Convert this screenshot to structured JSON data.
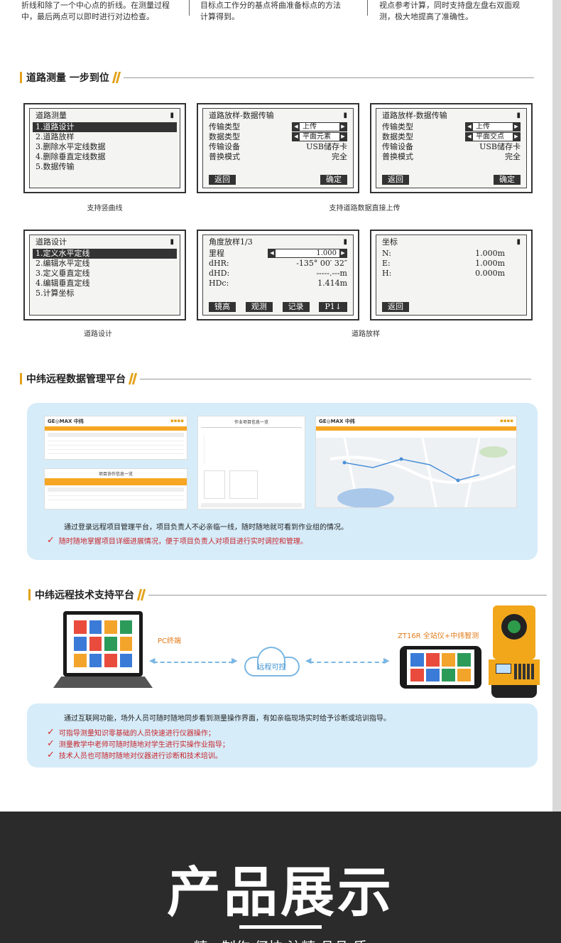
{
  "top_fragments": {
    "col1_line1": "折线和除了一个中心点的折线。在测量过程",
    "col1_line2": "中，最后两点可以即时进行对边检查。",
    "col2_line1": "目标点工作分的基点将曲准备标点的方法",
    "col2_line2": "计算得到。",
    "col3_line1": "视点参考计算，同时支持盘左盘右双面观",
    "col3_line2": "测，极大地提高了准确性。"
  },
  "section1": {
    "title": "道路测量 一步到位"
  },
  "screens": {
    "s1": {
      "title": "道路测量",
      "items": [
        "1.道路设计",
        "2.道路放样",
        "3.删除水平定线数据",
        "4.删除垂直定线数据",
        "5.数据传输"
      ]
    },
    "s2": {
      "title": "道路放样-数据传输",
      "labels": [
        "传输类型",
        "数据类型",
        "传输设备",
        "普换模式"
      ],
      "transfer": "上传",
      "datatype": "平面元素",
      "device": "USB储存卡",
      "mode": "完全",
      "back": "返回",
      "ok": "确定"
    },
    "s3": {
      "title": "道路放样-数据传输",
      "labels": [
        "传输类型",
        "数据类型",
        "传输设备",
        "普换模式"
      ],
      "transfer": "上传",
      "datatype": "平面交点",
      "device": "USB储存卡",
      "mode": "完全",
      "back": "返回",
      "ok": "确定"
    },
    "s4": {
      "title": "道路设计",
      "items": [
        "1.定义水平定线",
        "2.编辑水平定线",
        "3.定义垂直定线",
        "4.编辑垂直定线",
        "5.计算坐标"
      ]
    },
    "s5": {
      "title": "角度放样1/3",
      "chainage_label": "里程",
      "chainage": "1.000",
      "dhr_label": "dHR:",
      "dhr": "-135° 00′ 32″",
      "dhd_label": "dHD:",
      "dhd": "-----.---m",
      "hdc_label": "HDc:",
      "hdc": "1.414m",
      "btns": [
        "镜高",
        "观测",
        "记录",
        "P1↓"
      ]
    },
    "s6": {
      "title": "坐标",
      "n_label": "N:",
      "n": "1.000m",
      "e_label": "E:",
      "e": "1.000m",
      "h_label": "H:",
      "h": "0.000m",
      "back": "返回"
    },
    "battery": "▮"
  },
  "captions": {
    "c1": "支持竖曲线",
    "c2": "支持道路数据直接上传",
    "c3": "道路设计",
    "c4": "道路放样"
  },
  "section2": {
    "title": "中纬远程数据管理平台",
    "logo": "GE◎MAX 中纬",
    "mini_title1": "作业项目信息一览",
    "mini_title2": "项目协作信息一览",
    "desc": "通过登录远程项目管理平台，项目负责人不必亲临一线，随时随地就可看到作业组的情况。",
    "bullet": "随时随地掌握项目详细进展情况，便于项目负责人对项目进行实时调控和管理。"
  },
  "section3": {
    "title": "中纬远程技术支持平台",
    "pc_label": "PC终端",
    "device_label": "ZT16R 全站仪+中纬智测",
    "cloud_label": "远程可控",
    "desc": "通过互联网功能，场外人员可随时随地同步看到测量操作界面，有如亲临现场实时给予诊断或培训指导。",
    "bullets": [
      "可指导测量知识零基础的人员快速进行仪器操作；",
      "测量教学中老师可随时随地对学生进行实操作业指导；",
      "技术人员也可随时随地对仪器进行诊断和技术培训。"
    ]
  },
  "footer": {
    "title": "产品展示",
    "subtitle": "精 · 制作 仔技 注精 品品 质"
  },
  "colors": {
    "accent": "#e2a21b",
    "panel": "#d6ecf9",
    "dark": "#2b2b2b",
    "check": "#d62e2e"
  }
}
